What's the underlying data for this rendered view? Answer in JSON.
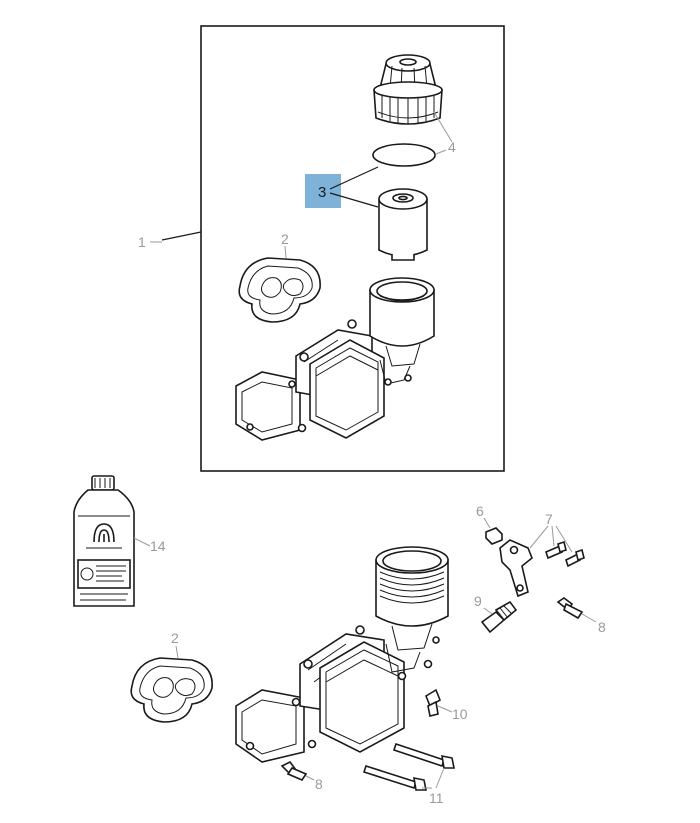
{
  "callouts": {
    "c1": "1",
    "c2a": "2",
    "c2b": "2",
    "c3": "3",
    "c4": "4",
    "c6": "6",
    "c7": "7",
    "c8a": "8",
    "c8b": "8",
    "c9": "9",
    "c10": "10",
    "c11": "11",
    "c14": "14"
  },
  "colors": {
    "highlight": "#7fb2d9",
    "line": "#1a1a1a",
    "callout_text": "#9a9a9a"
  }
}
